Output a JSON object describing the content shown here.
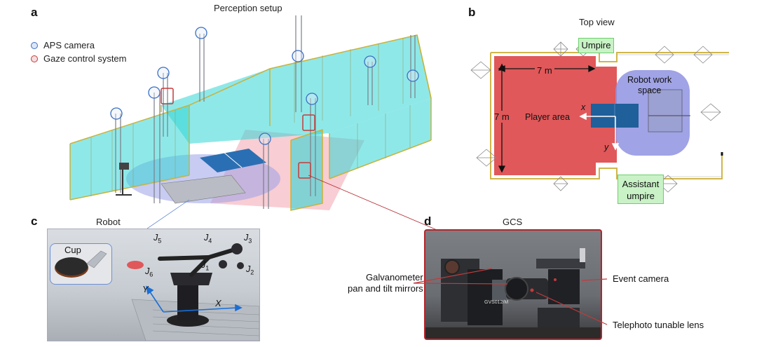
{
  "panels": {
    "a": {
      "letter": "a",
      "title": "Perception setup"
    },
    "b": {
      "letter": "b",
      "title": "Top view"
    },
    "c": {
      "letter": "c",
      "title": "Robot"
    },
    "d": {
      "letter": "d",
      "title": "GCS"
    }
  },
  "legend": [
    {
      "label": "APS camera",
      "color": "#3a6fc4"
    },
    {
      "label": "Gaze control system",
      "color": "#c43a3a"
    }
  ],
  "top_view": {
    "umpire": "Umpire",
    "assistant_umpire": "Assistant\numpire",
    "robot_work_space": "Robot work\nspace",
    "player_area": "Player area",
    "width_label": "7 m",
    "height_label": "7 m",
    "axis_x": "x",
    "axis_y": "y"
  },
  "robot": {
    "cup": "Cup",
    "joints": [
      "J5",
      "J4",
      "J3",
      "J1",
      "J2",
      "J6"
    ],
    "axis_x": "X",
    "axis_y": "Y"
  },
  "gcs": {
    "mirrors": "Galvanometer\npan and tilt mirrors",
    "event_camera": "Event camera",
    "lens": "Telephoto tunable lens",
    "device_label": "GVS012/M"
  },
  "colors": {
    "player_area": "#e0585a",
    "robot_space": "#8f93e0",
    "table": "#1f5f9a",
    "fence_glass": "#1fd1d1",
    "fence_frame": "#c9b23a",
    "gcs_border": "#b3262d"
  }
}
